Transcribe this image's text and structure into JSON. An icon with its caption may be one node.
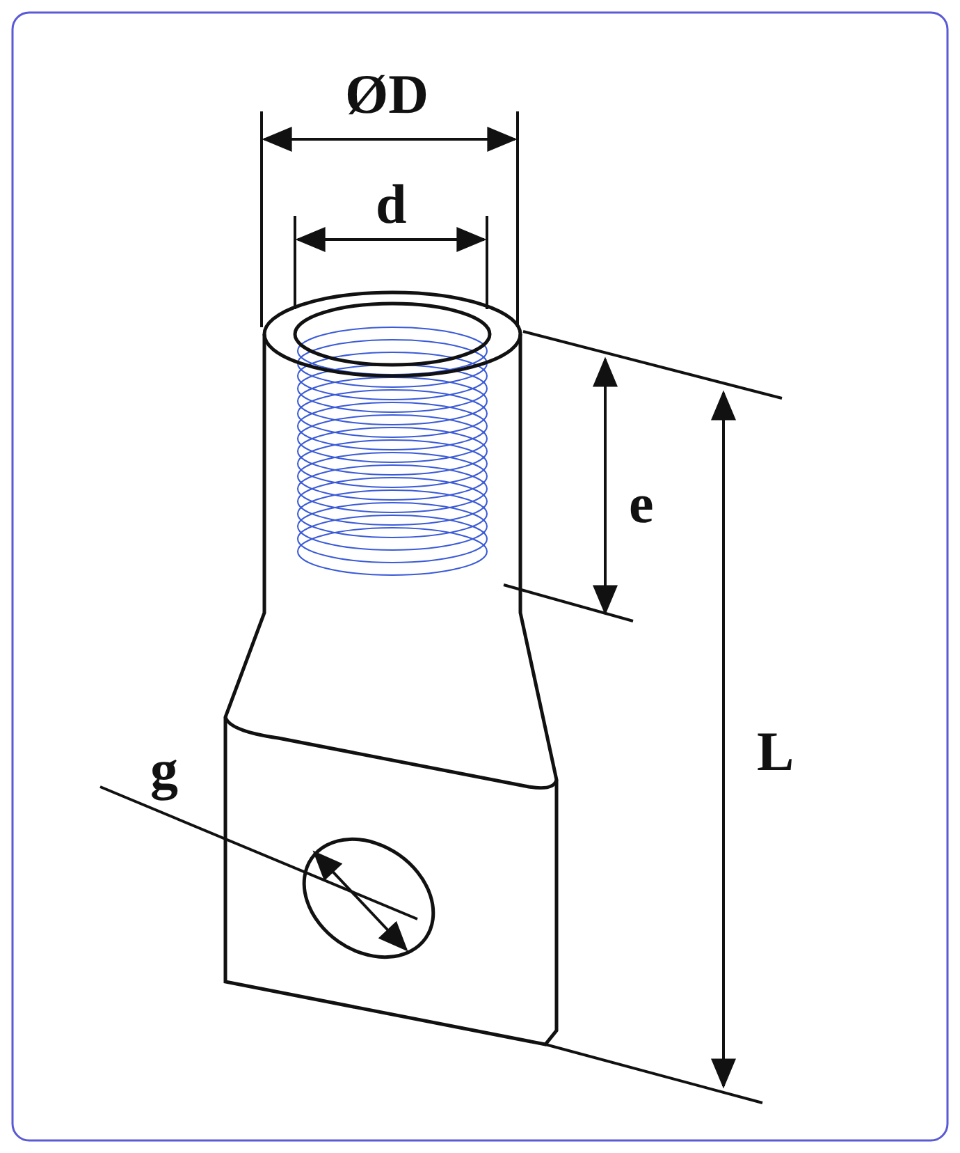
{
  "diagram": {
    "labels": [
      "ØD",
      "d",
      "e",
      "L",
      "g"
    ]
  }
}
